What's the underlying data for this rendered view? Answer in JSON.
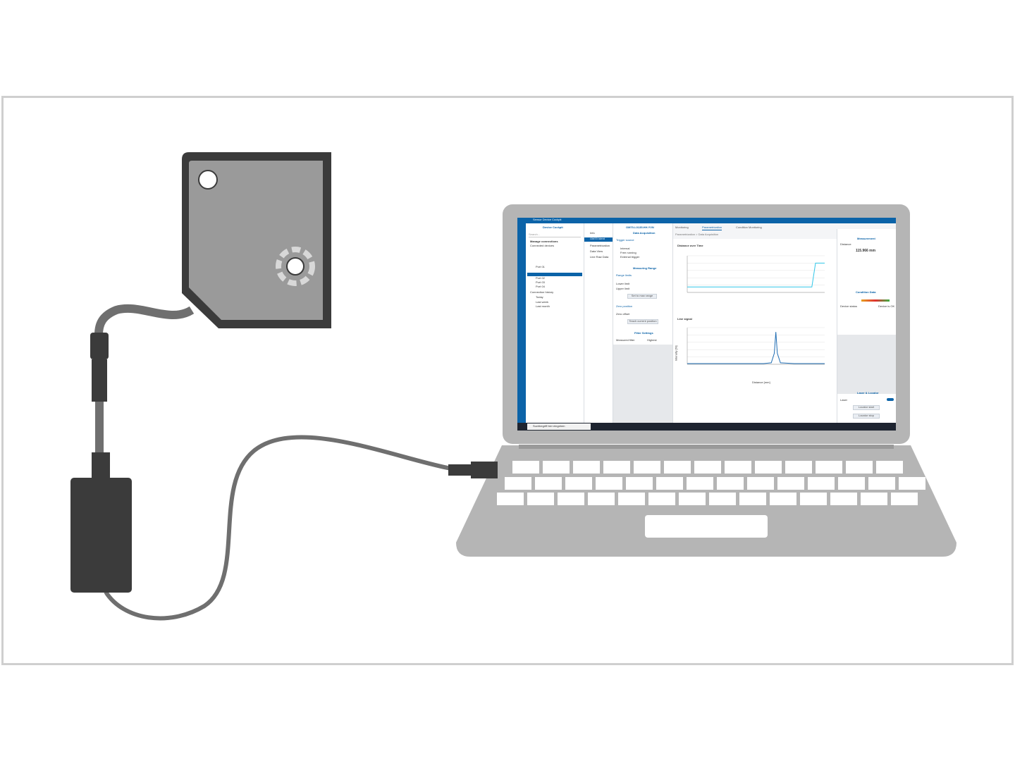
{
  "app": {
    "title": "Sensor Device Cockpit",
    "tabs": [
      "Monitoring",
      "Parametrization",
      "Condition Monitoring"
    ],
    "active_tab": "Parametrization",
    "breadcrumb": "Parametrization > Data Acquisition"
  },
  "device_cockpit": {
    "title": "Device Cockpit",
    "search_placeholder": "Search...",
    "manage_connections": "Manage connections",
    "connected_devices": "Connected devices",
    "items": [
      "Port 01",
      "Port 02",
      "Port 03",
      "Port 04"
    ],
    "connection_history": "Connection history",
    "history_items": [
      "Today",
      "Last week",
      "Last month"
    ]
  },
  "device_menu": {
    "items": [
      "Info",
      "OM70 Ident",
      "Parametrization",
      "Data View",
      "Line Raw Data"
    ]
  },
  "parametrization": {
    "device_title": "OM70-L0135.HH.YVN",
    "sections": {
      "data_acquisition": "Data Acquisition",
      "trigger_source": "Trigger source",
      "options": [
        "Internal",
        "Free running",
        "External trigger"
      ],
      "measuring_range": "Measuring Range",
      "range_limits": "Range limits",
      "lower_limit": "Lower limit",
      "upper_limit": "Upper limit",
      "set_max_range": "Set to max range",
      "zero_position": "Zero position",
      "zero_offset": "Zero offset",
      "teach_zero": "Teach current position",
      "filter_settings": "Filter Settings",
      "filter_label": "Measured filter",
      "filter_value": "Highest"
    }
  },
  "charts": {
    "distance_title": "Distance over Time",
    "line_signal_title": "Line signal",
    "line_xlabel": "Distance [mm]",
    "line_ylabel": "Intensity [%]"
  },
  "chart_data": [
    {
      "type": "line",
      "x": [
        0,
        10,
        20,
        30,
        40,
        50,
        60,
        65,
        68,
        70,
        72,
        75
      ],
      "series": [
        {
          "values": [
            109.5,
            109.5,
            109.5,
            109.5,
            109.5,
            109.5,
            109.5,
            109.5,
            109.5,
            116,
            116,
            116
          ]
        }
      ]
    },
    {
      "type": "line",
      "x": [
        70,
        80,
        90,
        100,
        110,
        120,
        125,
        127,
        128,
        129,
        131,
        140,
        160
      ],
      "series": [
        {
          "values": [
            2,
            2,
            2,
            2,
            2,
            2,
            4,
            30,
            88,
            30,
            4,
            2,
            2
          ]
        }
      ]
    }
  ],
  "measurement": {
    "title": "Measurement",
    "distance_label": "Distance",
    "distance_value": "115.966 mm",
    "condition_title": "Condition Data",
    "status_label": "Device status",
    "status_value": "Device is OK",
    "laser_title": "Laser & Locator",
    "laser_label": "Laser",
    "locator_start": "Locator start",
    "locator_stop": "Locator stop"
  },
  "taskbar": {
    "search_text": "Suchbegriff hier eingeben"
  },
  "colors": {
    "accent": "#0b63a8",
    "sensor_body": "#9a9a9a",
    "cable": "#6f6f6f",
    "power_supply": "#3b3b3b",
    "laptop": "#b5b5b5",
    "chart_cyan": "#31c6e8",
    "peak_blue": "#1f6db3",
    "marker_orange": "#f0a020"
  }
}
